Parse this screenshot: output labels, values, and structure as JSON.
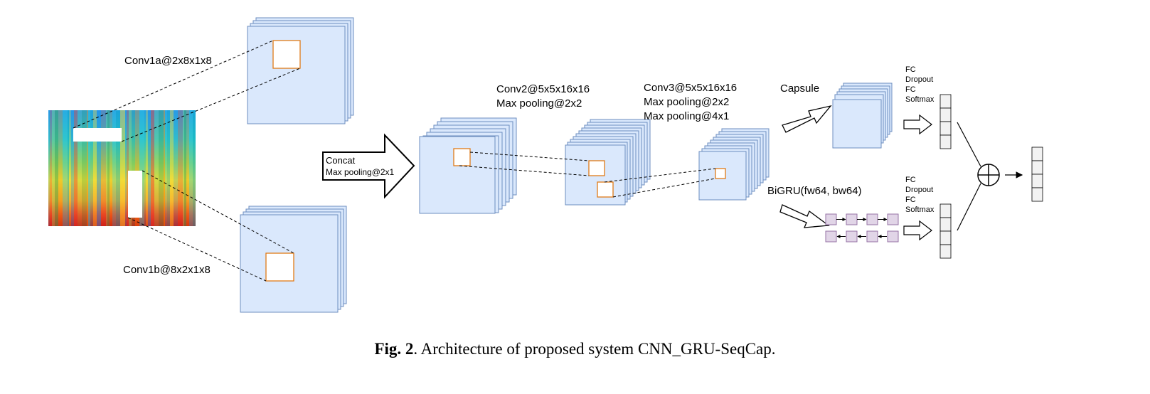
{
  "diagram": {
    "labels": {
      "conv1a": "Conv1a@2x8x1x8",
      "conv1b": "Conv1b@8x2x1x8",
      "concat_line1": "Concat",
      "concat_line2": "Max pooling@2x1",
      "conv2_line1": "Conv2@5x5x16x16",
      "conv2_line2": "Max pooling@2x2",
      "conv3_line1": "Conv3@5x5x16x16",
      "conv3_line2": "Max pooling@2x2",
      "conv3_line3": "Max pooling@4x1",
      "capsule": "Capsule",
      "bigru": "BiGRU(fw64, bw64)",
      "head_top": [
        "FC",
        "Dropout",
        "FC",
        "Softmax"
      ],
      "head_bottom": [
        "FC",
        "Dropout",
        "FC",
        "Softmax"
      ]
    },
    "colors": {
      "feature_map_fill": "#dae8fc",
      "feature_map_stroke": "#6c8ebf",
      "receptive_field_stroke": "#e07b17",
      "gru_cell_fill": "#e1d5e7",
      "gru_cell_stroke": "#9673a6",
      "output_vector_fill": "#f2f2f2"
    }
  },
  "caption": {
    "label": "Fig. 2",
    "text": ". Architecture of proposed system CNN_GRU-SeqCap."
  }
}
